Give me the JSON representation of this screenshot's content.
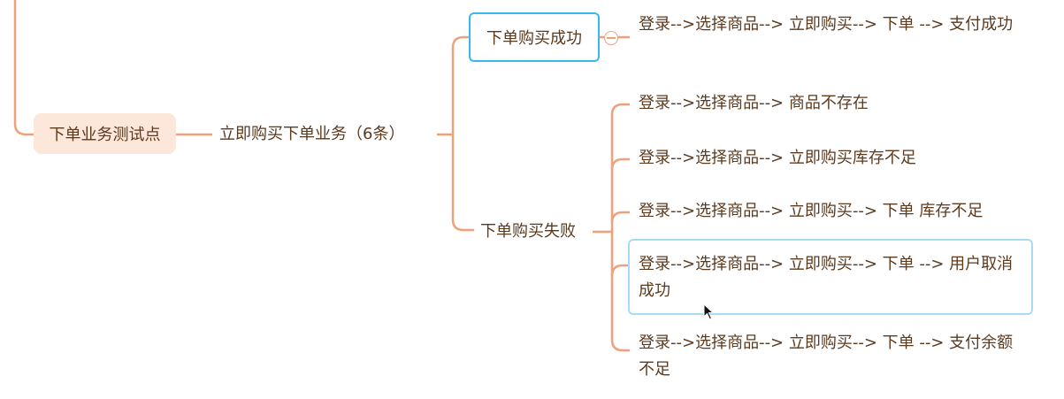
{
  "root": {
    "label": "下单业务测试点"
  },
  "branch": {
    "label": "立即购买下单业务（6条）"
  },
  "success": {
    "label": "下单购买成功",
    "items": [
      "登录-->选择商品--> 立即购买--> 下单 --> 支付成功"
    ]
  },
  "failure": {
    "label": "下单购买失败",
    "items": [
      "登录-->选择商品--> 商品不存在",
      "登录-->选择商品--> 立即购买库存不足",
      "登录-->选择商品--> 立即购买--> 下单 库存不足",
      "登录-->选择商品--> 立即购买--> 下单 --> 用户取消成功",
      "登录-->选择商品--> 立即购买--> 下单 --> 支付余额不足"
    ]
  },
  "colors": {
    "line": "#f0a07a",
    "selected": "#3bb7f0",
    "hover": "#a8dcf5",
    "root_bg": "#fde6da"
  }
}
